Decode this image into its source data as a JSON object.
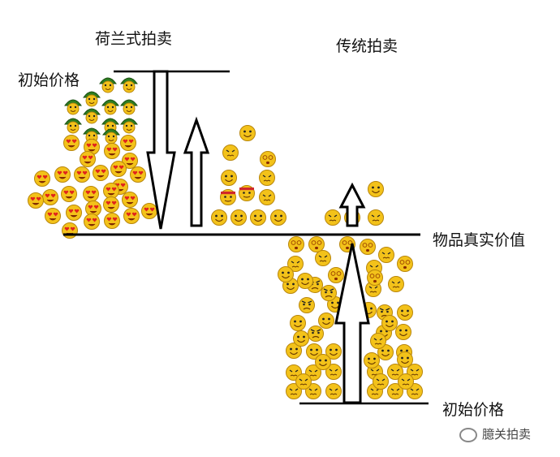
{
  "labels": {
    "dutch_auction": "荷兰式拍卖",
    "traditional_auction": "传统拍卖",
    "start_price_top": "初始价格",
    "true_value": "物品真实价值",
    "start_price_bottom": "初始价格"
  },
  "watermark": {
    "text": "臆关拍卖",
    "icon": "wechat-icon"
  },
  "groups": {
    "dutch_turtles": {
      "icon": "turtle-face-icon",
      "count": 12
    },
    "dutch_smileys": {
      "icon": "heart-eyes-smiley-icon",
      "count": 28
    },
    "dutch_bidders": {
      "icon": "mixed-smiley-icon",
      "count": 12
    },
    "traditional_few": {
      "icon": "mixed-smiley-icon",
      "count": 4
    },
    "traditional_crowd": {
      "icon": "mixed-smiley-icon",
      "count": 54
    }
  },
  "colors": {
    "line": "#000000",
    "face": "#f3c21a",
    "face_edge": "#b8860b",
    "turtle": "#2e7d20"
  }
}
